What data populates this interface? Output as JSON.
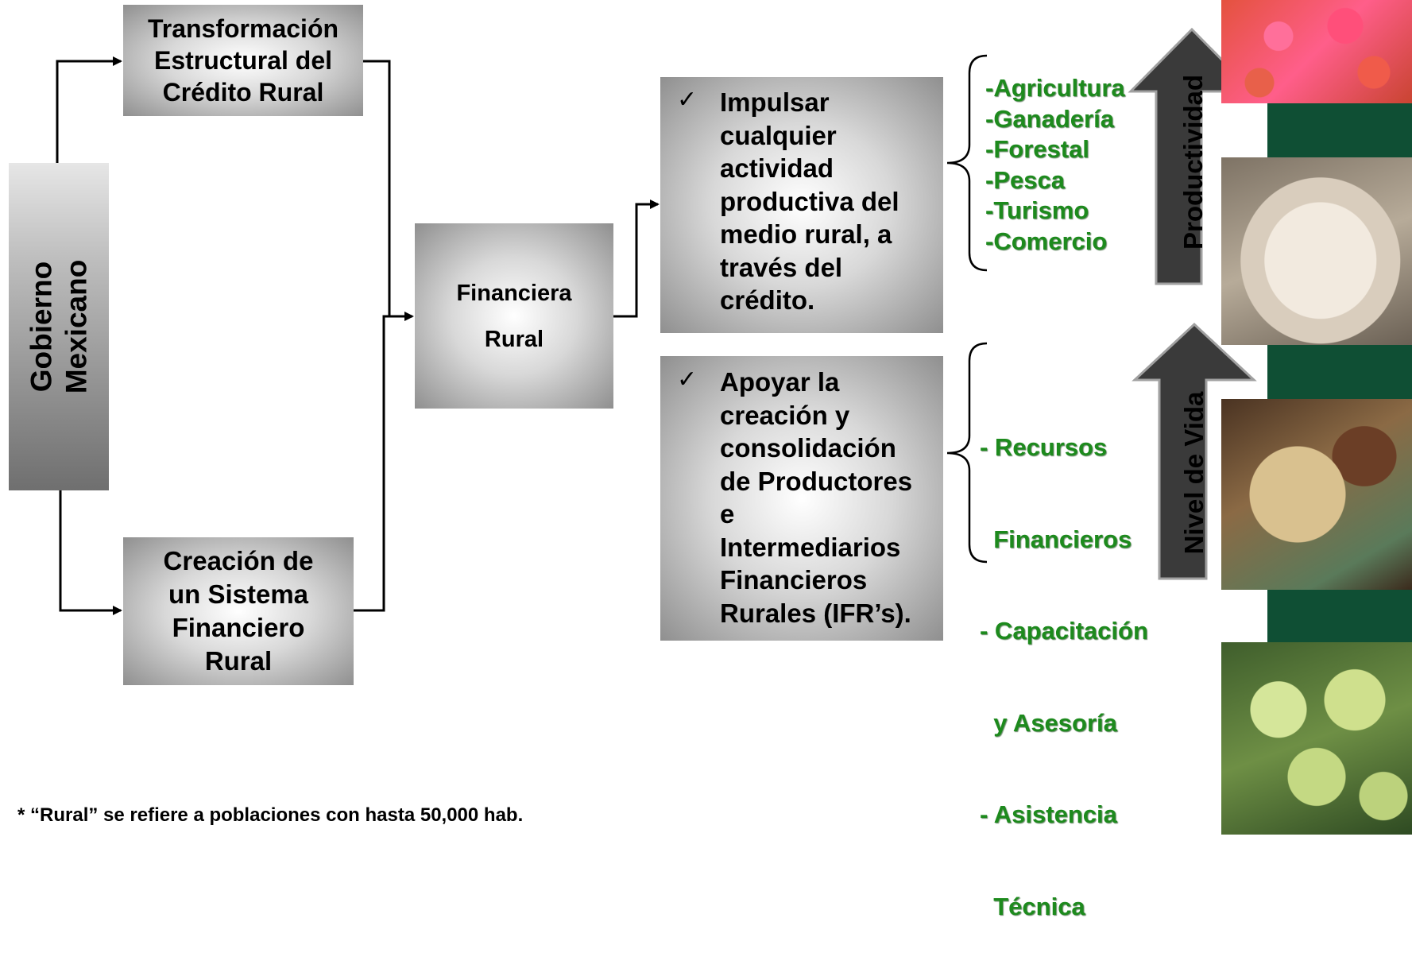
{
  "boxes": {
    "gobierno": "Gobierno Mexicano",
    "transformacion": [
      "Transformación",
      "Estructural del",
      "Crédito Rural"
    ],
    "creacion": [
      "Creación de",
      "un Sistema",
      "Financiero",
      "Rural"
    ],
    "financiera": [
      "Financiera",
      "Rural"
    ]
  },
  "objectives": [
    {
      "check": "✓",
      "lines": [
        "Impulsar",
        "cualquier",
        "actividad",
        "productiva del",
        "medio rural, a",
        "través del",
        "crédito."
      ]
    },
    {
      "check": "✓",
      "lines": [
        "Apoyar la",
        "creación y",
        "consolidación",
        "de Productores",
        "e",
        "Intermediarios",
        "Financieros",
        "Rurales (IFR’s)."
      ]
    }
  ],
  "activity_list": [
    "-Agricultura",
    "-Ganadería",
    "-Forestal",
    "-Pesca",
    "-Turismo",
    "-Comercio"
  ],
  "support_list": [
    "- Recursos",
    "  Financieros",
    "- Capacitación",
    "  y Asesoría",
    "- Asistencia",
    "  Técnica"
  ],
  "arrows": {
    "top": "Productividad",
    "bottom": "Nivel de Vida"
  },
  "colors": {
    "green_text": "#1d8a1d",
    "dark_green_band": "#0f4f34",
    "arrow_dark": "#3a3a3a"
  },
  "footnote": "* “Rural” se refiere a poblaciones con hasta 50,000 hab."
}
